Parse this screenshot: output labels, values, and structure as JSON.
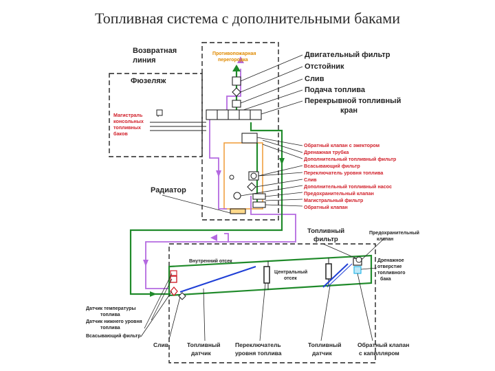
{
  "title": "Топливная система с дополнительными баками",
  "labels": {
    "return_line": [
      "Возвратная",
      "линия"
    ],
    "fuselage": "Фюзеляж",
    "gravity_feed": [
      "Противопожарная",
      "перегородка"
    ],
    "engine_filter": "Двигательный фильтр",
    "sediment": "Отстойник",
    "drain": "Слив",
    "fuel_supply": "Подача топлива",
    "shutoff_valve": [
      "Перекрывной топливный",
      "кран"
    ],
    "wing_main": [
      "Магистраль",
      "консольных",
      "топливных",
      "баков"
    ],
    "radiator": "Радиатор",
    "aux_list": [
      "Обратный клапан с эжектором",
      "Дренажная трубка",
      "Дополнительный топливный фильтр",
      "Всасывающий фильтр",
      "Переключатель уровня топлива",
      "Слив",
      "Дополнительный топливный насос",
      "Предохранительный клапан",
      "Магистральный фильтр",
      "Обратный клапан"
    ],
    "fuel_filter": [
      "Топливный",
      "фильтр"
    ],
    "safety_valve": [
      "Предохранительный",
      "клапан"
    ],
    "inner_bay": "Внутренний отсек",
    "central_bay": [
      "Центральный",
      "отсек"
    ],
    "drain_hole": [
      "Дренажное",
      "отверстие",
      "топливного",
      "бака"
    ],
    "left_list": [
      "Датчик температуры",
      "топлива",
      "Датчик нижнего уровня",
      "топлива",
      "Всасывающий фильтр"
    ],
    "bottom": {
      "drain": "Слив",
      "sensor1": [
        "Топливный",
        "датчик"
      ],
      "level_switch": [
        "Переключатель",
        "уровня топлива"
      ],
      "sensor2": [
        "Топливный",
        "датчик"
      ],
      "check_valve": [
        "Обратный клапан",
        "с капилляром"
      ]
    }
  },
  "colors": {
    "green": "#1f8a2a",
    "purple": "#b469e0",
    "orange": "#f0a040",
    "blue": "#1f3fd6",
    "red": "#d1202a",
    "cyan": "#28b8e8"
  }
}
